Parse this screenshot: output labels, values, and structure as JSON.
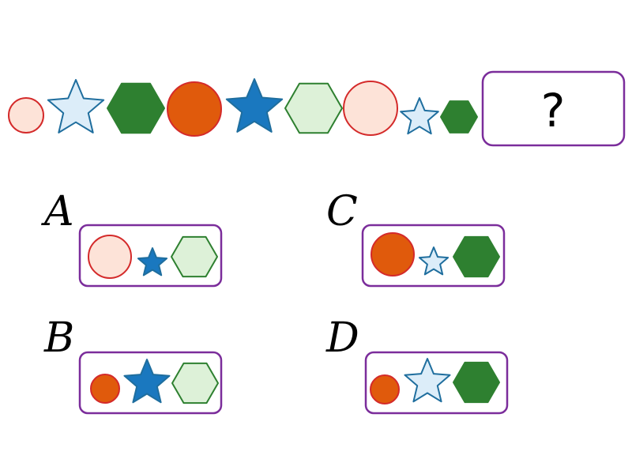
{
  "colors": {
    "frame": "#7b2d9b",
    "pink_fill": "#fde3d8",
    "red_stroke": "#d42a2a",
    "orange_fill": "#e05a0c",
    "light_blue_fill": "#dcedf9",
    "blue_fill": "#1a78bf",
    "blue_stroke": "#1f6e9e",
    "dark_green_fill": "#2e8030",
    "light_green_fill": "#ddf1d8",
    "green_stroke": "#2e8030"
  },
  "sequence": [
    {
      "shape": "circle",
      "style": "pink"
    },
    {
      "shape": "star",
      "style": "light-blue"
    },
    {
      "shape": "hexagon",
      "style": "dark-green"
    },
    {
      "shape": "circle",
      "style": "orange"
    },
    {
      "shape": "star",
      "style": "blue"
    },
    {
      "shape": "hexagon",
      "style": "light-green"
    },
    {
      "shape": "circle",
      "style": "pink"
    },
    {
      "shape": "star",
      "style": "light-blue"
    },
    {
      "shape": "hexagon",
      "style": "dark-green"
    }
  ],
  "missing_label": "?",
  "options": [
    {
      "label": "A",
      "shapes": [
        {
          "shape": "circle",
          "style": "pink"
        },
        {
          "shape": "star",
          "style": "blue"
        },
        {
          "shape": "hexagon",
          "style": "light-green"
        }
      ]
    },
    {
      "label": "B",
      "shapes": [
        {
          "shape": "circle",
          "style": "orange"
        },
        {
          "shape": "star",
          "style": "blue"
        },
        {
          "shape": "hexagon",
          "style": "light-green"
        }
      ]
    },
    {
      "label": "C",
      "shapes": [
        {
          "shape": "circle",
          "style": "orange"
        },
        {
          "shape": "star",
          "style": "light-blue"
        },
        {
          "shape": "hexagon",
          "style": "dark-green"
        }
      ]
    },
    {
      "label": "D",
      "shapes": [
        {
          "shape": "circle",
          "style": "orange"
        },
        {
          "shape": "star",
          "style": "light-blue"
        },
        {
          "shape": "hexagon",
          "style": "dark-green"
        }
      ]
    }
  ]
}
